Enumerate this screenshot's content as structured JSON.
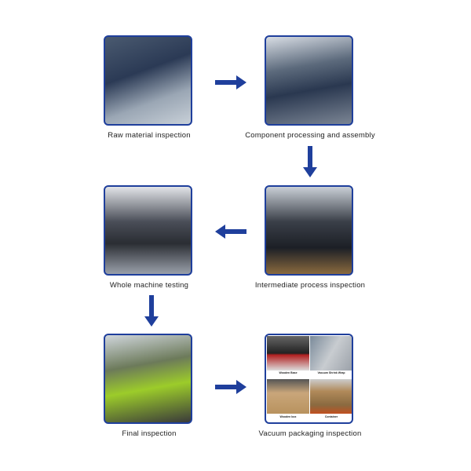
{
  "steps": [
    {
      "label": "Raw material inspection"
    },
    {
      "label": "Component processing and assembly"
    },
    {
      "label": "Intermediate process inspection"
    },
    {
      "label": "Whole machine testing"
    },
    {
      "label": "Final inspection"
    },
    {
      "label": "Vacuum packaging inspection"
    }
  ],
  "packaging_panels": [
    "Wooden Base",
    "Vacuum Shrink Wrap",
    "Wooden box",
    "Container"
  ],
  "colors": {
    "accent": "#1f3f9c"
  }
}
